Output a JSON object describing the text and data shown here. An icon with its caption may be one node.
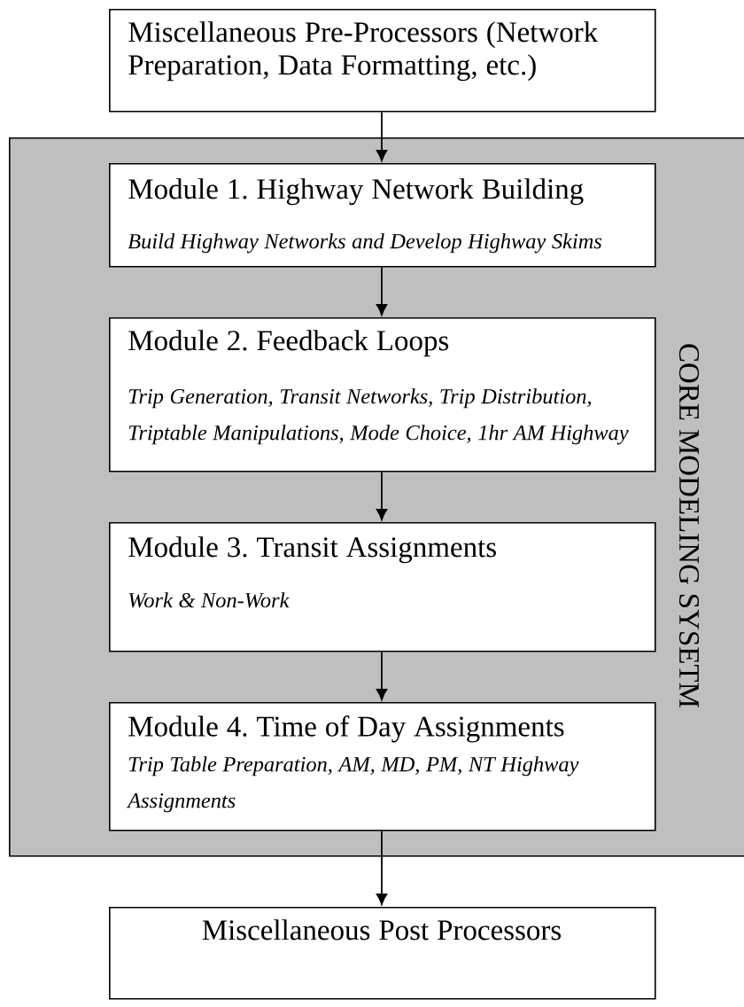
{
  "diagram": {
    "nodes": [
      {
        "text": [
          "Miscellaneous Pre-Processors (Network Preparation, Data Formatting, etc.)"
        ]
      },
      {
        "text": [
          "CORE MODELING SYSETM"
        ]
      },
      {
        "text": [
          "Module 1. Highway Network Building",
          "Build Highway Networks and Develop Highway Skims"
        ],
        "in": 1
      },
      {
        "text": [
          "Module 2. Feedback Loops",
          "Trip Generation, Transit Networks, Trip Distribution, Triptable Manipulations, Mode Choice, 1hr AM Highway"
        ],
        "in": 1
      },
      {
        "text": [
          "Module 3. Transit Assignments",
          "Work & Non-Work"
        ],
        "in": 1
      },
      {
        "text": [
          "Module 4. Time of Day Assignments",
          "Trip Table Preparation, AM, MD, PM, NT Highway Assignments"
        ],
        "in": 1
      },
      {
        "text": [
          "Miscellaneous Post Processors"
        ]
      }
    ],
    "edges": [
      {
        "from": 0,
        "to": 2,
        "arrow": "to"
      },
      {
        "from": 2,
        "to": 3,
        "arrow": "to"
      },
      {
        "from": 3,
        "to": 4,
        "arrow": "to"
      },
      {
        "from": 4,
        "to": 5,
        "arrow": "to"
      },
      {
        "from": 5,
        "to": 6,
        "arrow": "to"
      }
    ]
  }
}
